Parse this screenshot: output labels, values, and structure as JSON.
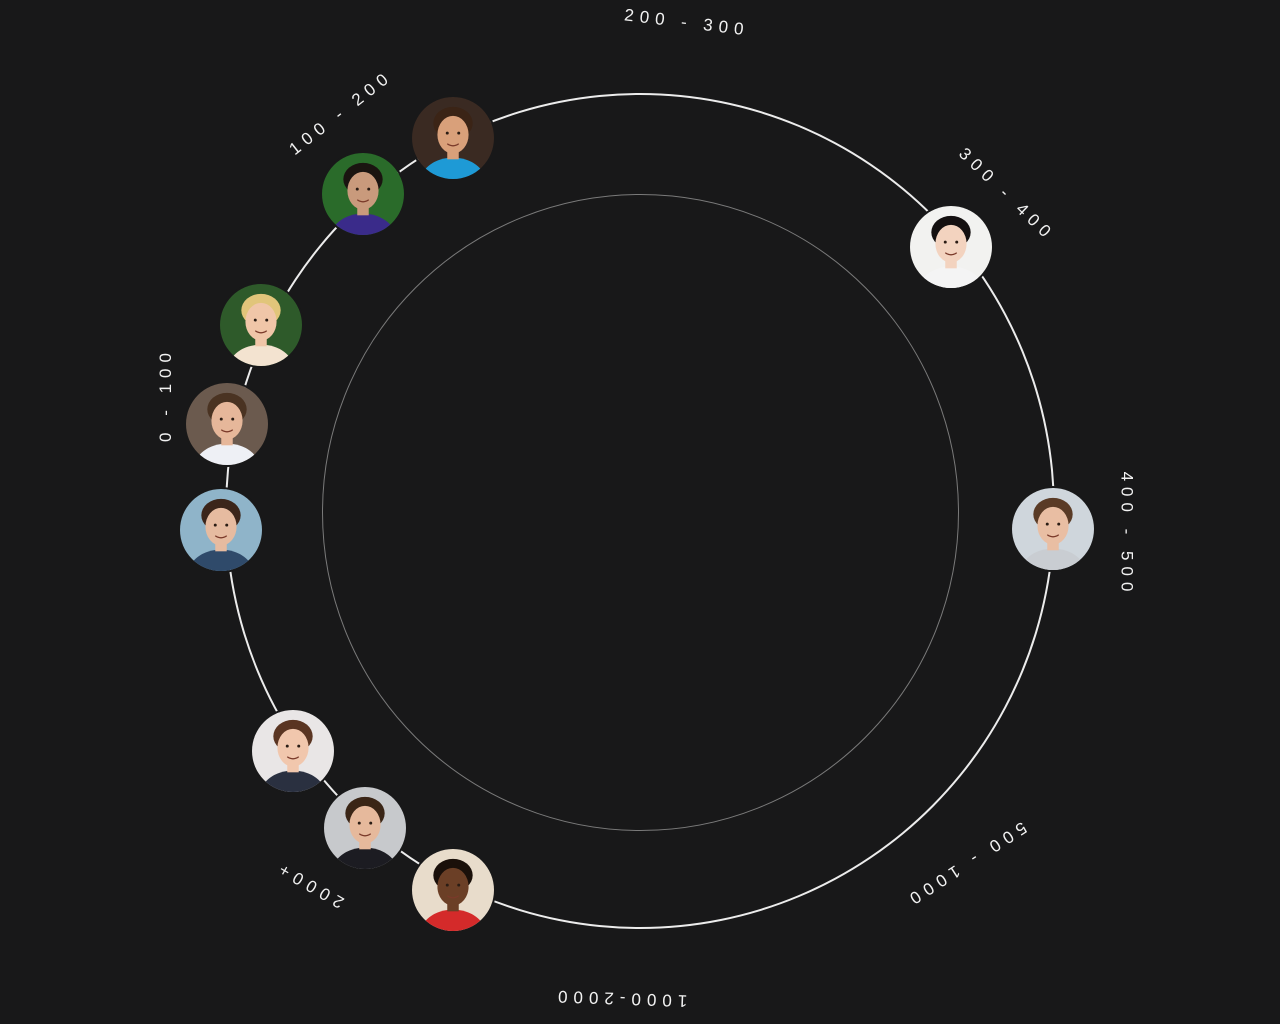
{
  "ranges": [
    {
      "id": "r0",
      "label": "0 - 100"
    },
    {
      "id": "r1",
      "label": "100 - 200"
    },
    {
      "id": "r2",
      "label": "200 - 300"
    },
    {
      "id": "r3",
      "label": "300 - 400"
    },
    {
      "id": "r4",
      "label": "400 - 500"
    },
    {
      "id": "r5",
      "label": "500 - 1000"
    },
    {
      "id": "r6",
      "label": "1000-2000"
    },
    {
      "id": "r7",
      "label": "2000+"
    }
  ],
  "avatars": [
    {
      "name": "bearded-man",
      "bg": "#3a2a22",
      "skin": "#d9a07a",
      "hair": "#3b2416",
      "shirt": "#1e9ad6"
    },
    {
      "name": "man-purple-hoodie",
      "bg": "#2a6b2a",
      "skin": "#c99a7c",
      "hair": "#1a1410",
      "shirt": "#3a2b8a"
    },
    {
      "name": "blonde-woman",
      "bg": "#2e5a2a",
      "skin": "#f0c6a8",
      "hair": "#e1c57a",
      "shirt": "#f3e3d0"
    },
    {
      "name": "man-white-shirt",
      "bg": "#6b5a4e",
      "skin": "#e6b79a",
      "hair": "#4a3322",
      "shirt": "#eef0f5"
    },
    {
      "name": "brunette-woman",
      "bg": "#8fb4c9",
      "skin": "#e6bba0",
      "hair": "#3b251a",
      "shirt": "#2f4a6a"
    },
    {
      "name": "asian-woman",
      "bg": "#f2f2f0",
      "skin": "#f3d3bf",
      "hair": "#141010",
      "shirt": "#f4f4f4"
    },
    {
      "name": "young-man-outdoor",
      "bg": "#cfd6dc",
      "skin": "#e9bea3",
      "hair": "#5a3b26",
      "shirt": "#c9cdd2"
    },
    {
      "name": "smiling-woman",
      "bg": "#e9e6e6",
      "skin": "#f1c7ad",
      "hair": "#5a3522",
      "shirt": "#2a3040"
    },
    {
      "name": "man-dark-shirt",
      "bg": "#c7c9cc",
      "skin": "#e6b99c",
      "hair": "#3a2516",
      "shirt": "#1c1c22"
    },
    {
      "name": "smiling-man-red",
      "bg": "#e8dccb",
      "skin": "#6b3f26",
      "hair": "#1a100a",
      "shirt": "#d42a2a"
    }
  ]
}
